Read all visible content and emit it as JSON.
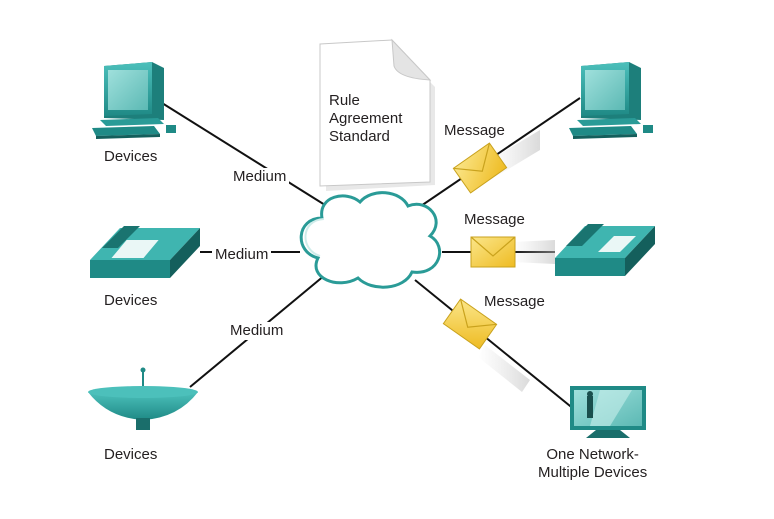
{
  "document": {
    "lines": [
      "Rule",
      "Agreement",
      "Standard"
    ]
  },
  "left": {
    "computer": {
      "label": "Devices",
      "icon": "desktop-computer-icon"
    },
    "phone": {
      "label": "Devices",
      "icon": "desk-phone-icon"
    },
    "dish": {
      "label": "Devices",
      "icon": "satellite-dish-icon"
    }
  },
  "medium_labels": [
    "Medium",
    "Medium",
    "Medium"
  ],
  "message_labels": [
    "Message",
    "Message",
    "Message"
  ],
  "right": {
    "computer": {
      "icon": "desktop-computer-icon"
    },
    "phone": {
      "icon": "desk-phone-icon"
    },
    "tv": {
      "label_line1": "One Network-",
      "label_line2": "Multiple Devices",
      "icon": "television-icon"
    }
  },
  "colors": {
    "device_teal": "#2a9b97",
    "device_dark": "#1a6e6b",
    "cloud_stroke": "#2a9b97",
    "envelope": "#f5cf3f"
  }
}
